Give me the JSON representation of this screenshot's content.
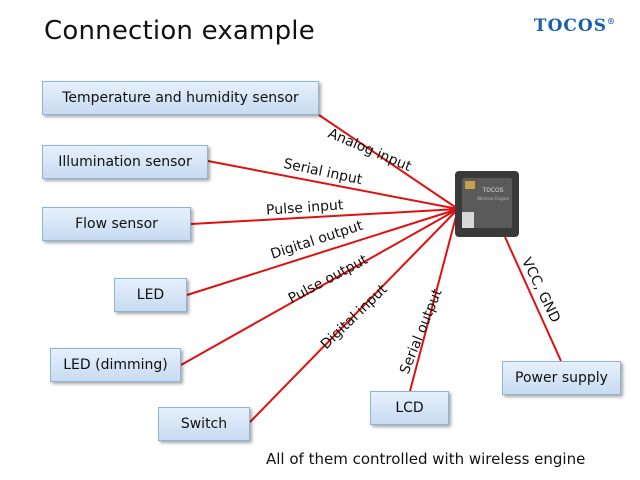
{
  "title": "Connection example",
  "logo": "TOCOS",
  "logo_mark": "®",
  "devices": [
    {
      "name": "temp-humidity-sensor-box",
      "label": "Temperature and humidity sensor"
    },
    {
      "name": "illumination-sensor-box",
      "label": "Illumination sensor"
    },
    {
      "name": "flow-sensor-box",
      "label": "Flow sensor"
    },
    {
      "name": "led-box",
      "label": "LED"
    },
    {
      "name": "led-dimming-box",
      "label": "LED (dimming)"
    },
    {
      "name": "switch-box",
      "label": "Switch"
    },
    {
      "name": "lcd-box",
      "label": "LCD"
    },
    {
      "name": "power-supply-box",
      "label": "Power supply"
    }
  ],
  "connections": [
    {
      "label": "Analog input"
    },
    {
      "label": "Serial input"
    },
    {
      "label": "Pulse input"
    },
    {
      "label": "Digital output"
    },
    {
      "label": "Pulse output"
    },
    {
      "label": "Digital input"
    },
    {
      "label": "Serial output"
    },
    {
      "label": "VCC, GND"
    }
  ],
  "module": {
    "brand": "TOCOS",
    "text": "Wireless Engine"
  },
  "footer": "All of them controlled with wireless engine",
  "colors": {
    "line": "#e01010",
    "box_border": "#8fb3d9"
  }
}
